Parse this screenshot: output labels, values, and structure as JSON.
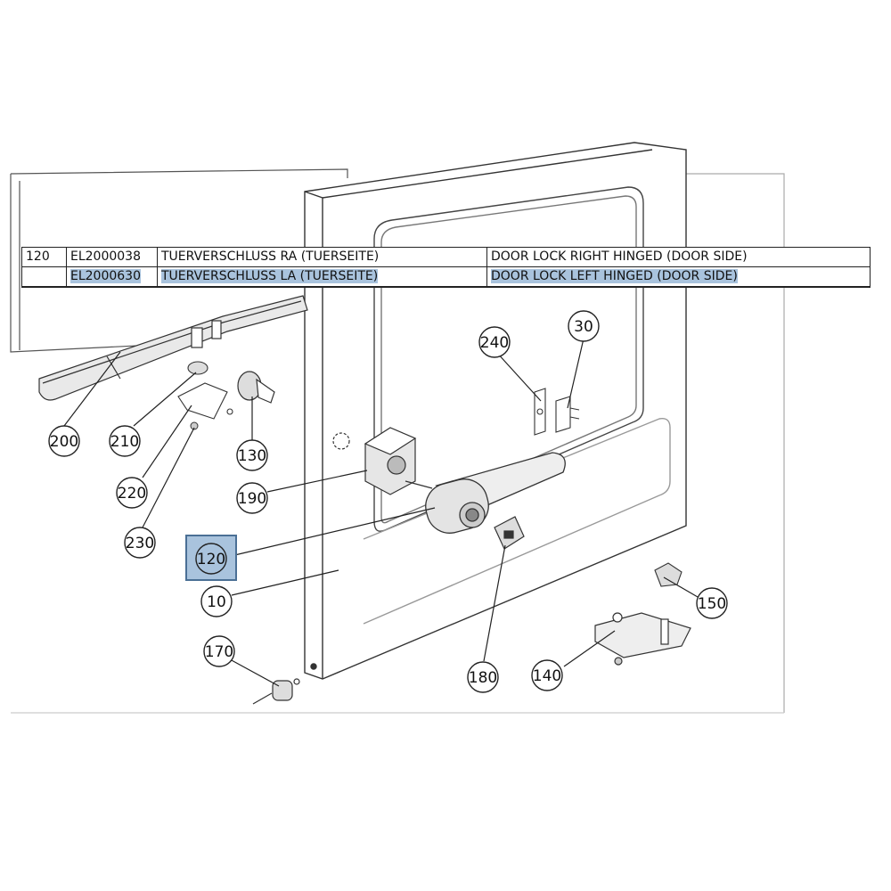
{
  "parts_table": {
    "rows": [
      {
        "pos": "120",
        "part_no": "EL2000038",
        "name_de": "TUERVERSCHLUSS RA  (TUERSEITE)",
        "name_en": "DOOR LOCK RIGHT HINGED (DOOR SIDE)",
        "highlighted": false
      },
      {
        "pos": "",
        "part_no": "EL2000630",
        "name_de": "TUERVERSCHLUSS LA (TUERSEITE)",
        "name_en": "DOOR LOCK LEFT HINGED (DOOR SIDE)",
        "highlighted": true
      }
    ]
  },
  "callouts": {
    "c10": "10",
    "c30": "30",
    "c120": "120",
    "c130": "130",
    "c140": "140",
    "c150": "150",
    "c170": "170",
    "c180": "180",
    "c190": "190",
    "c200": "200",
    "c210": "210",
    "c220": "220",
    "c230": "230",
    "c240": "240"
  },
  "colors": {
    "highlight_fill": "#a9c3dd",
    "highlight_border": "#4a6f95",
    "line": "#222222"
  },
  "highlighted_callout": "120"
}
